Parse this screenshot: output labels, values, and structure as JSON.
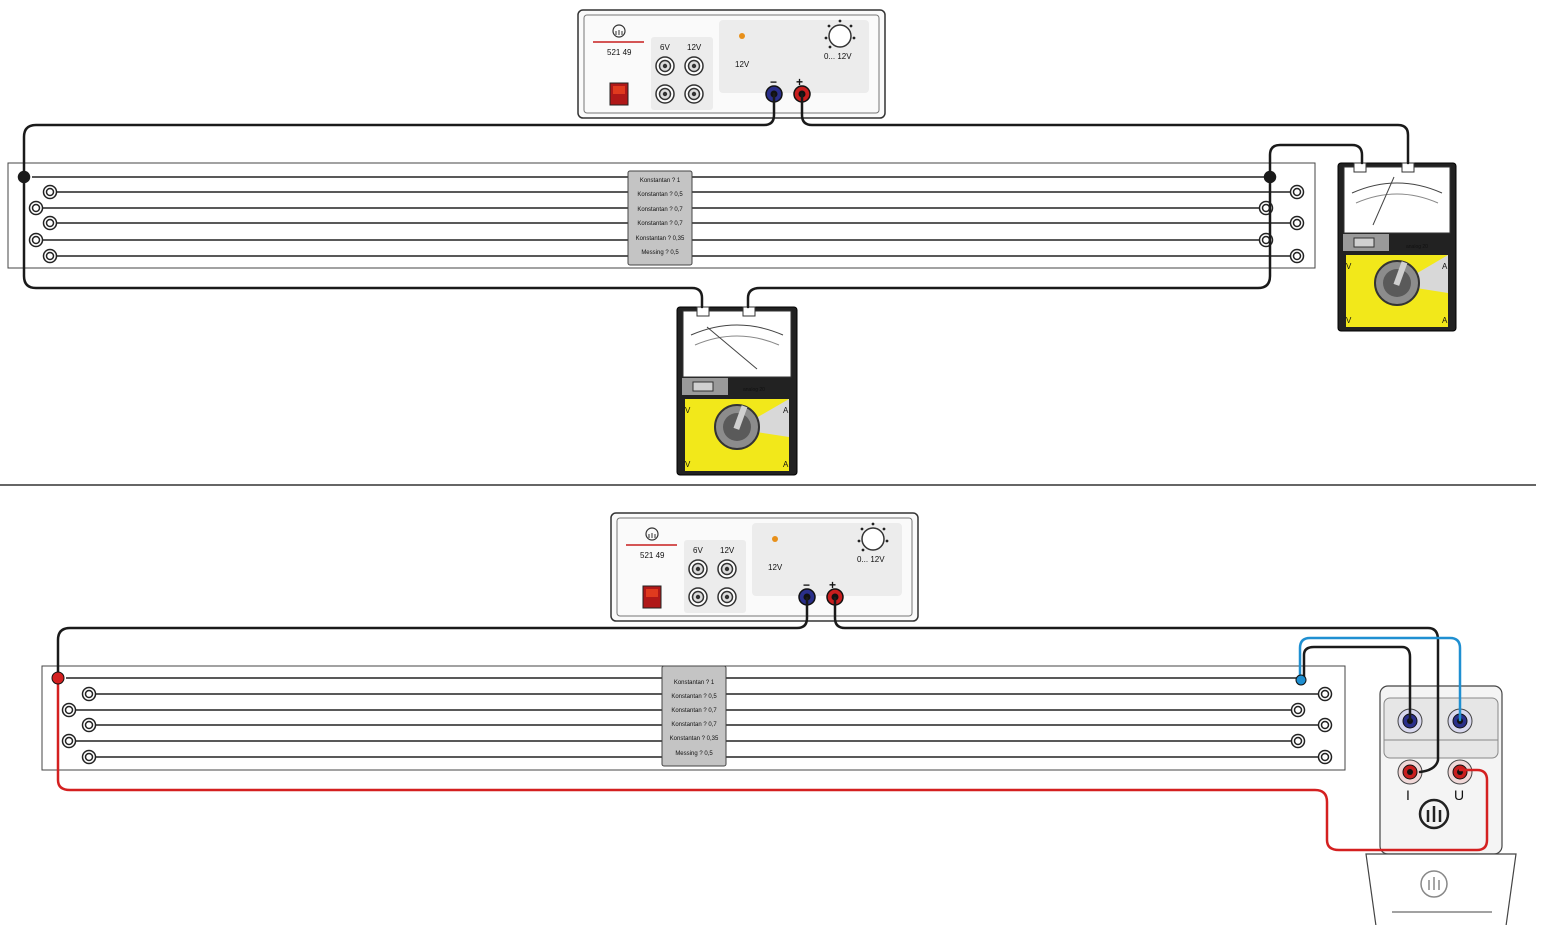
{
  "colors": {
    "wire_black": "#1a1a1a",
    "wire_red": "#d42020",
    "wire_blue": "#1f8fd1",
    "socket_red": "#c81e1e",
    "socket_blue": "#2a2f8a",
    "switch_red": "#e03a1e",
    "led_orange": "#e8901a",
    "meter_yellow": "#f2e81a",
    "meter_gray": "#8c8c8c"
  },
  "power_supply": {
    "model": "521 49",
    "ac_6v": "6V",
    "ac_12v": "12V",
    "dc_label": "12V",
    "knob_label": "0... 12V",
    "minus": "−",
    "plus": "+"
  },
  "wire_board": {
    "wires": [
      {
        "label": "Konstantan ? 1"
      },
      {
        "label": "Konstantan ? 0,5"
      },
      {
        "label": "Konstantan ? 0,7"
      },
      {
        "label": "Konstantan ? 0,7"
      },
      {
        "label": "Konstantan ? 0,35"
      },
      {
        "label": "Messing ? 0,5"
      }
    ]
  },
  "multimeter": {
    "brand": "analog 20",
    "left_v_top": "V",
    "left_v_bottom": "V",
    "right_a_top": "A",
    "right_a_bottom": "A"
  },
  "sensor_box": {
    "label_i": "I",
    "label_u": "U"
  }
}
